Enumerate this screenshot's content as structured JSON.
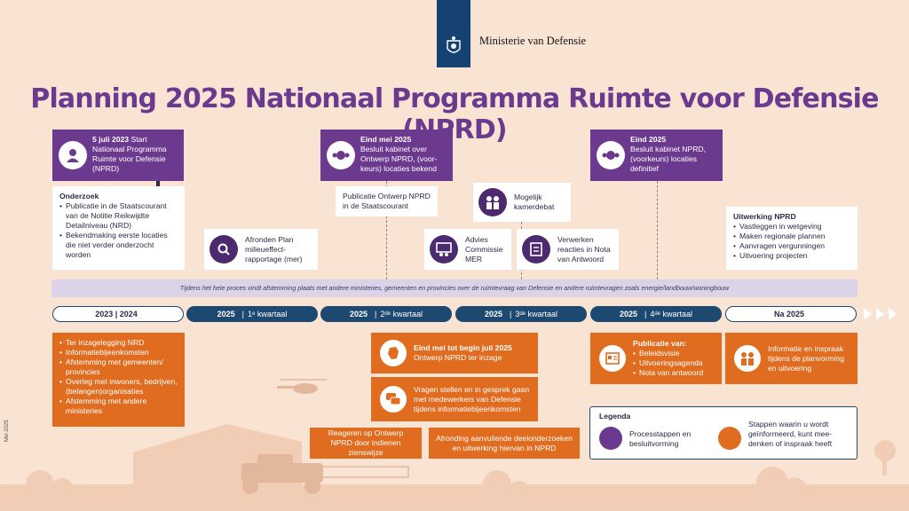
{
  "header": {
    "ministry": "Ministerie van Defensie",
    "title": "Planning 2025 Nationaal Programma Ruimte voor Defensie (NPRD)"
  },
  "process_boxes": {
    "start": {
      "bold": "5 juli 2023",
      "text": " Start Nationaal Programma Ruimte voor Defensie (NPRD)"
    },
    "mei": {
      "bold": "Eind mei 2025",
      "text": "Besluit kabinet over Ontwerp NPRD, (voor-keurs) locaties bekend"
    },
    "eind": {
      "bold": "Eind 2025",
      "text": "Besluit kabinet NPRD, (voorkeurs) locaties definitief"
    }
  },
  "onderzoek": {
    "heading": "Onderzoek",
    "items": [
      "Publicatie in de Staatscourant van de Notitie Reikwijdte Detailniveau (NRD)",
      "Bekendmaking eerste locaties die niet verder onderzocht worden"
    ]
  },
  "white_boxes": {
    "publicatie": "Publicatie Ontwerp NPRD in de Staatscourant",
    "plan_mer": "Afronden Plan milieueffect-rapportage (mer)",
    "kamerdebat": "Mogelijk kamerdebat",
    "advies": "Advies Commissie MER",
    "verwerken": "Verwerken reacties in Nota van Antwoord"
  },
  "uitwerking": {
    "heading": "Uitwerking NPRD",
    "items": [
      "Vastleggen in wetgeving",
      "Maken regionale plannen",
      "Aanvragen vergunningen",
      "Uitvoering projecten"
    ]
  },
  "band_text": "Tijdens het hele proces vindt afstemming plaats met andere ministeries, gemeenten en provincies over de ruimtevraag van Defensie en andere ruimtevragen zoals energie/landbouw/woningbouw",
  "timeline": {
    "p0": "2023 | 2024",
    "q1_year": "2025",
    "q1_num": "1",
    "q1_sup": "e",
    "q1_word": "kwartaal",
    "q2_year": "2025",
    "q2_num": "2",
    "q2_sup": "de",
    "q2_word": "kwartaal",
    "q3_year": "2025",
    "q3_num": "3",
    "q3_sup": "de",
    "q3_word": "kwartaal",
    "q4_year": "2025",
    "q4_num": "4",
    "q4_sup": "de",
    "q4_word": "kwartaal",
    "na": "Na 2025",
    "sep": "|"
  },
  "orange": {
    "list_items": [
      "Ter inzagelegging NRD",
      "Informatiebijeenkomsten",
      "Afstemming met gemeenten/ provincies",
      "Overleg met inwoners, bedrijven, (belangen)organisaties",
      "Afstemming met andere ministeries"
    ],
    "inzage_bold": "Eind mei tot begin juli 2025",
    "inzage_text": "Ontwerp NPRD ter inzage",
    "vragen": "Vragen stellen en in gesprek gaan met medewerkers van Defensie tijdens informatiebijeenkomsten",
    "reageren": "Reageren op Ontwerp NPRD door indienen zienswijze",
    "afronding": "Afronding aanvullende deelonderzoeken en uitwerking hiervan in NPRD",
    "publicatie_heading": "Publicatie van:",
    "publicatie_items": [
      "Beleidsvisie",
      "Uitvoeringsagenda",
      "Nota van antwoord"
    ],
    "inspraak": "Informatie en inspraak tijdens de planvorming en uitvoering"
  },
  "legend": {
    "title": "Legenda",
    "process": "Processtappen en besluitvorming",
    "inspraak": "Stappen waarin u wordt geïnformeerd, kunt mee-denken of inspraak heeft"
  },
  "date_label": "Mei 2025",
  "colors": {
    "purple": "#6b3a8e",
    "navy": "#1d4870",
    "orange": "#e06c20",
    "background": "#f9e3d3"
  }
}
